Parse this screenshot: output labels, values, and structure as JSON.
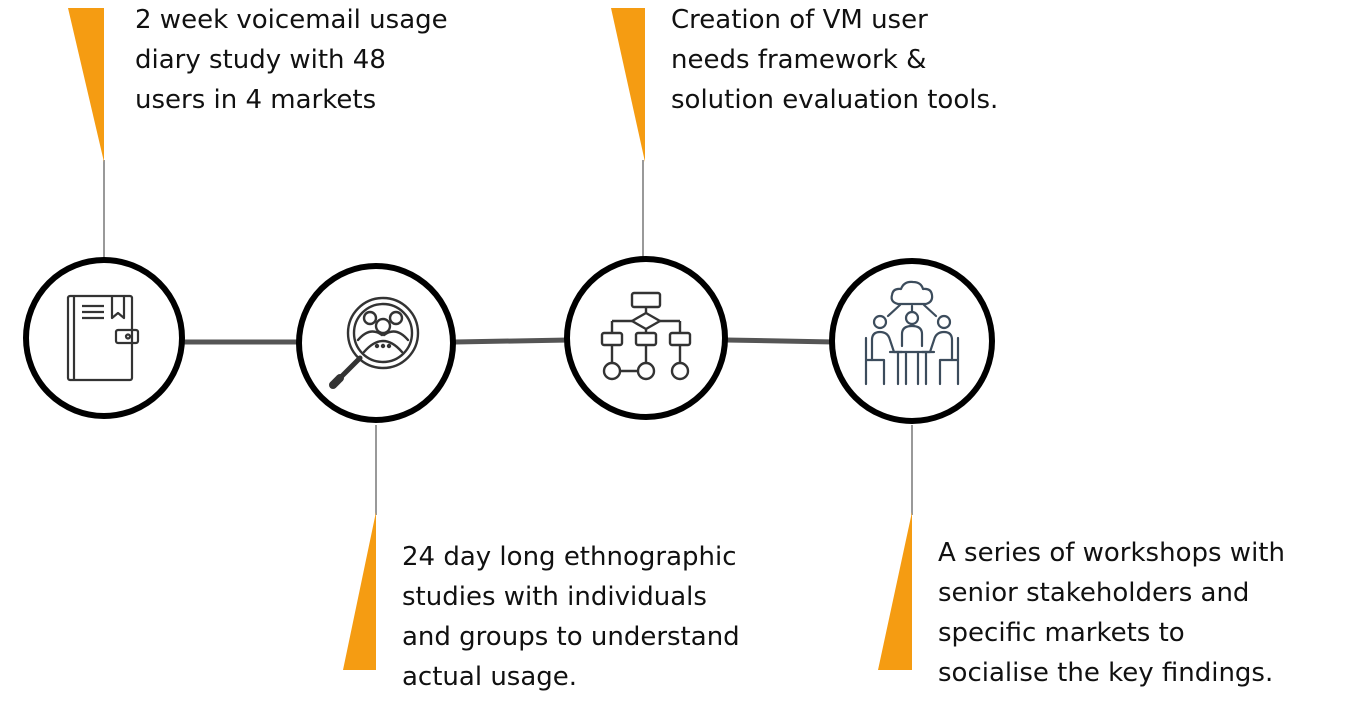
{
  "colors": {
    "accent": "#f59c12",
    "stroke": "#000000",
    "connector": "#555555",
    "icon": "#333333",
    "icon_workshop": "#3c4c5c"
  },
  "steps": [
    {
      "icon": "diary-book-icon",
      "text_lines": [
        "2 week voicemail usage",
        "diary study with 48",
        "users in 4 markets"
      ]
    },
    {
      "icon": "magnifier-people-icon",
      "text_lines": [
        "24 day long ethnographic",
        "studies with individuals",
        "and groups to understand",
        "actual usage."
      ]
    },
    {
      "icon": "flowchart-icon",
      "text_lines": [
        "Creation of VM user",
        "needs framework &",
        "solution evaluation tools."
      ]
    },
    {
      "icon": "workshop-meeting-icon",
      "text_lines": [
        "A series of workshops with",
        "senior stakeholders and",
        "specific markets to",
        "socialise the key findings."
      ]
    }
  ]
}
